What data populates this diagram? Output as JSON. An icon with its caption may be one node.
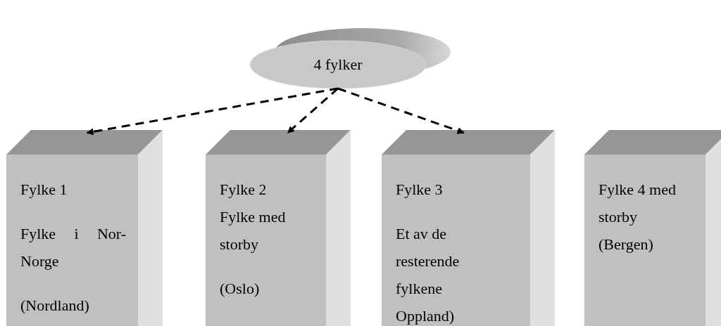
{
  "diagram": {
    "nodes": [
      {
        "text": [
          "4 fylker"
        ]
      },
      {
        "text": [
          "Fylke 1",
          "Fylke i Nor-Norge",
          "(Nordland)"
        ]
      },
      {
        "text": [
          "Fylke 2 Fylke med storby",
          "(Oslo)"
        ]
      },
      {
        "text": [
          "Fylke 3",
          "Et av de resterende fylkene Oppland)"
        ]
      },
      {
        "text": [
          "Fylke 4 med storby (Bergen)"
        ]
      }
    ],
    "edges": [
      {
        "from": 0,
        "to": 1,
        "arrow": "to",
        "style": "dashed"
      },
      {
        "from": 0,
        "to": 2,
        "arrow": "to",
        "style": "dashed"
      },
      {
        "from": 0,
        "to": 3,
        "arrow": "to",
        "style": "dashed"
      }
    ]
  }
}
